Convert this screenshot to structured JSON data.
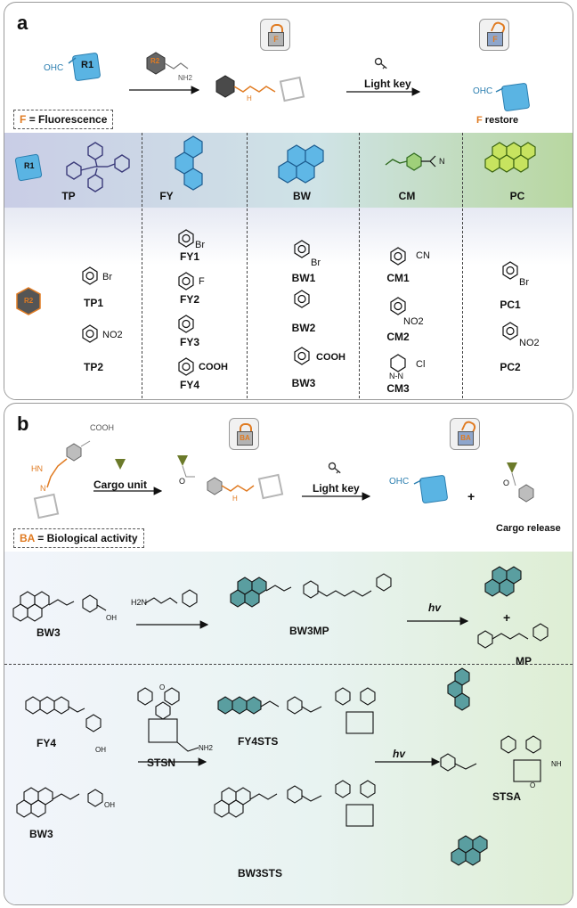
{
  "panel_a": {
    "label": "a",
    "r1_label": "R1",
    "r2_label": "R2",
    "nh2_label": "NH2",
    "h_label": "H",
    "n_label": "N",
    "aldehyde": "OHC",
    "lock_letter": "F",
    "step_key": "Light key",
    "legend_letter": "F",
    "legend_text": "= Fluorescence",
    "restore_letter": "F",
    "restore_text": "restore",
    "r1_groups": [
      "TP",
      "FY",
      "BW",
      "CM",
      "PC"
    ],
    "r2_items": [
      {
        "name": "TP1",
        "sub": "Br"
      },
      {
        "name": "TP2",
        "sub": "NO2"
      },
      {
        "name": "FY1",
        "sub": "Br"
      },
      {
        "name": "FY2",
        "sub": "F"
      },
      {
        "name": "FY3",
        "sub": ""
      },
      {
        "name": "FY4",
        "sub": "COOH"
      },
      {
        "name": "BW1",
        "sub": "Br"
      },
      {
        "name": "BW2",
        "sub": ""
      },
      {
        "name": "BW3",
        "sub": "COOH"
      },
      {
        "name": "CM1",
        "sub": "CN"
      },
      {
        "name": "CM2",
        "sub": "NO2"
      },
      {
        "name": "CM3",
        "sub": "Cl"
      },
      {
        "name": "PC1",
        "sub": "Br"
      },
      {
        "name": "PC2",
        "sub": "NO2"
      }
    ],
    "cm_n_label": "N",
    "cm3_nn": "N-N"
  },
  "panel_b": {
    "label": "b",
    "acid": "COOH",
    "hn": "HN",
    "n": "N",
    "cargo_step": "Cargo unit",
    "o_label": "O",
    "h_label": "H",
    "lock_letters": "BA",
    "step_key": "Light key",
    "aldehyde": "OHC",
    "plus": "+",
    "cargo_release": "Cargo release",
    "legend_letters": "BA",
    "legend_text": "= Biological activity",
    "bw3": "BW3",
    "amine": "H2N",
    "bw3mp": "BW3MP",
    "hv": "hv",
    "mp": "MP",
    "fy4": "FY4",
    "stsn": "STSN",
    "fy4sts": "FY4STS",
    "bw3sts": "BW3STS",
    "stsa": "STSA",
    "oh": "OH",
    "o": "O",
    "nh2": "NH2",
    "n_lbl": "N",
    "h_lbl": "H",
    "nh": "NH"
  }
}
